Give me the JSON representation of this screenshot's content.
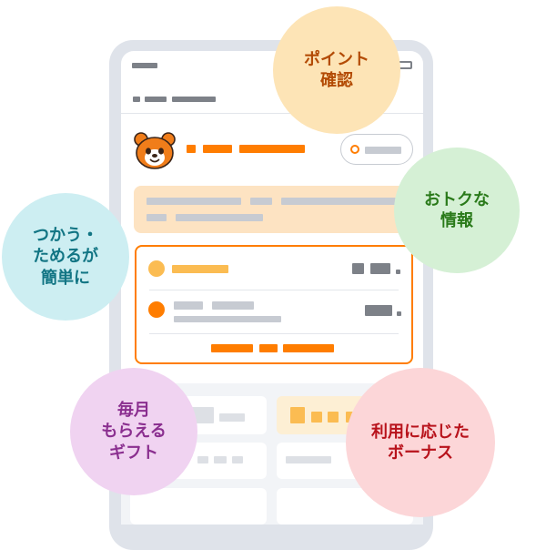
{
  "bubbles": {
    "points": {
      "line1": "ポイント",
      "line2": "確認",
      "bg": "#fde4b6",
      "color": "#b34b05"
    },
    "deals": {
      "line1": "おトクな",
      "line2": "情報",
      "bg": "#d5f0d5",
      "color": "#2a7a1a"
    },
    "usage": {
      "line1": "つかう・",
      "line2": "ためるが",
      "line3": "簡単に",
      "bg": "#cdeef2",
      "color": "#127584"
    },
    "gifts": {
      "line1": "毎月",
      "line2": "もらえる",
      "line3": "ギフト",
      "bg": "#f0d3f1",
      "color": "#8a2e8f"
    },
    "bonus": {
      "line1": "利用に応じた",
      "line2": "ボーナス",
      "bg": "#fcd6d8",
      "color": "#b8121b"
    }
  },
  "colors": {
    "orange": "#ff7d00",
    "light_orange": "#fbbc52",
    "placeholder_gray": "#c7cbd2",
    "dark_gray": "#7d8188",
    "banner_bg": "#fde3c2",
    "phone_frame": "#dfe3ea"
  },
  "icons": {
    "mascot": "bear-mascot-icon"
  }
}
